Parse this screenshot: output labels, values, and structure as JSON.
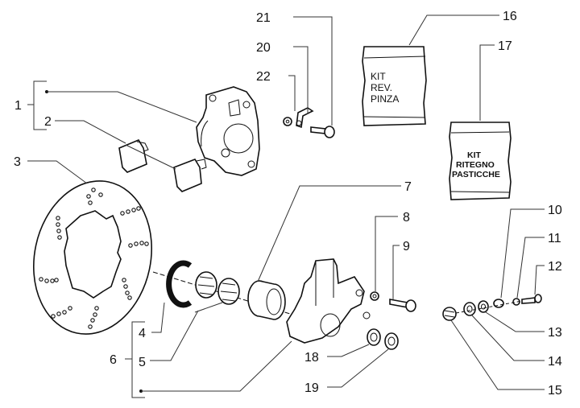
{
  "diagram": {
    "title": "Brake caliper and disc exploded view",
    "labels": {
      "l1": "1",
      "l2": "2",
      "l3": "3",
      "l4": "4",
      "l5": "5",
      "l6": "6",
      "l7": "7",
      "l8": "8",
      "l9": "9",
      "l10": "10",
      "l11": "11",
      "l12": "12",
      "l13": "13",
      "l14": "14",
      "l15": "15",
      "l16": "16",
      "l17": "17",
      "l18": "18",
      "l19": "19",
      "l20": "20",
      "l21": "21",
      "l22": "22"
    },
    "kits": {
      "kit16": {
        "line1": "KIT",
        "line2": "REV.",
        "line3": "PINZA"
      },
      "kit17": {
        "line1": "KIT",
        "line2": "RITEGNO",
        "line3": "PASTICCHE"
      }
    }
  }
}
